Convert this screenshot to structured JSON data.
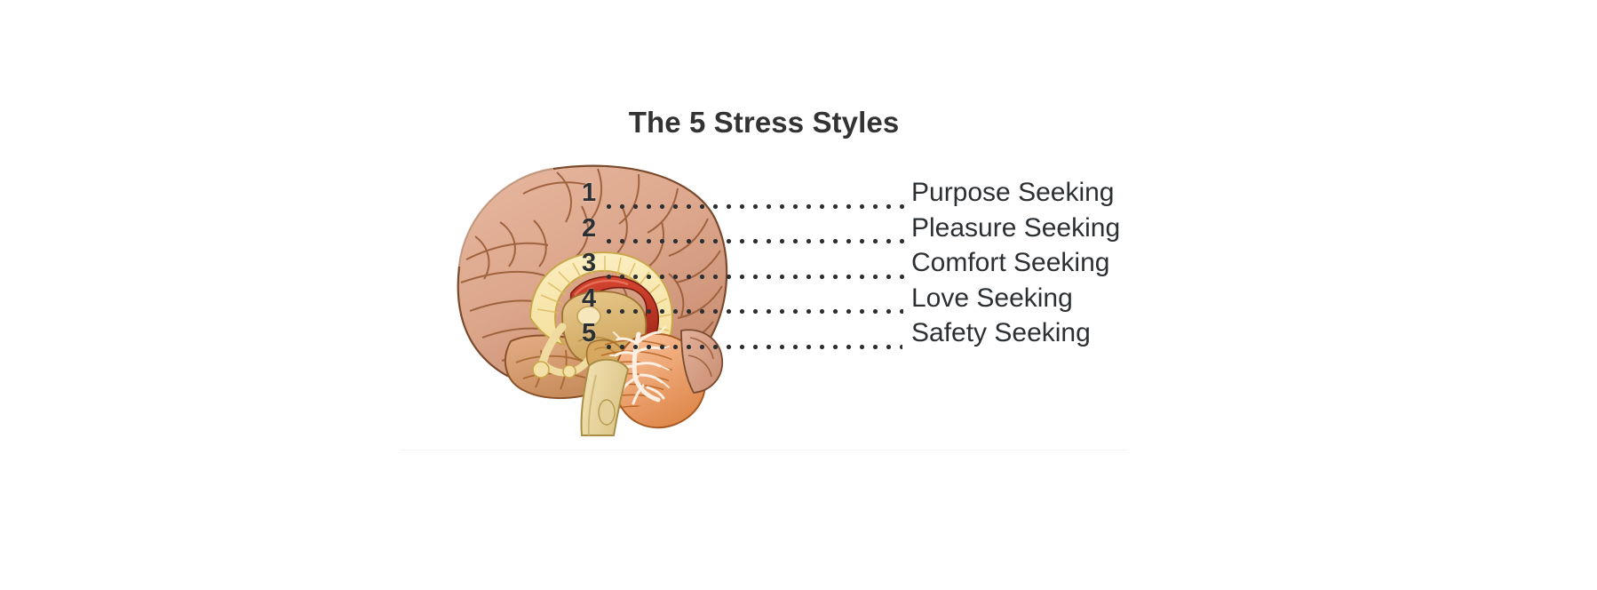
{
  "card": {
    "title": "The 5 Stress Styles",
    "background_color": "#ffffff",
    "text_color": "#2d3033"
  },
  "illustration": {
    "name": "brain-midsagittal-illustration",
    "description": "Mid-sagittal cross-section of a human brain",
    "colors": {
      "cortex": "#dfa98f",
      "cortex_shadow": "#c4846a",
      "corpus_callosum": "#f7e3a4",
      "thalamus": "#e0bb7a",
      "red_structure": "#c0392b",
      "cerebellum": "#f5a97a",
      "brainstem": "#ead9a8",
      "outline": "#6b4228"
    }
  },
  "legend": {
    "items": [
      {
        "number": "1",
        "label": "Purpose Seeking"
      },
      {
        "number": "2",
        "label": "Pleasure Seeking"
      },
      {
        "number": "3",
        "label": "Comfort Seeking"
      },
      {
        "number": "4",
        "label": "Love Seeking"
      },
      {
        "number": "5",
        "label": "Safety Seeking"
      }
    ]
  }
}
